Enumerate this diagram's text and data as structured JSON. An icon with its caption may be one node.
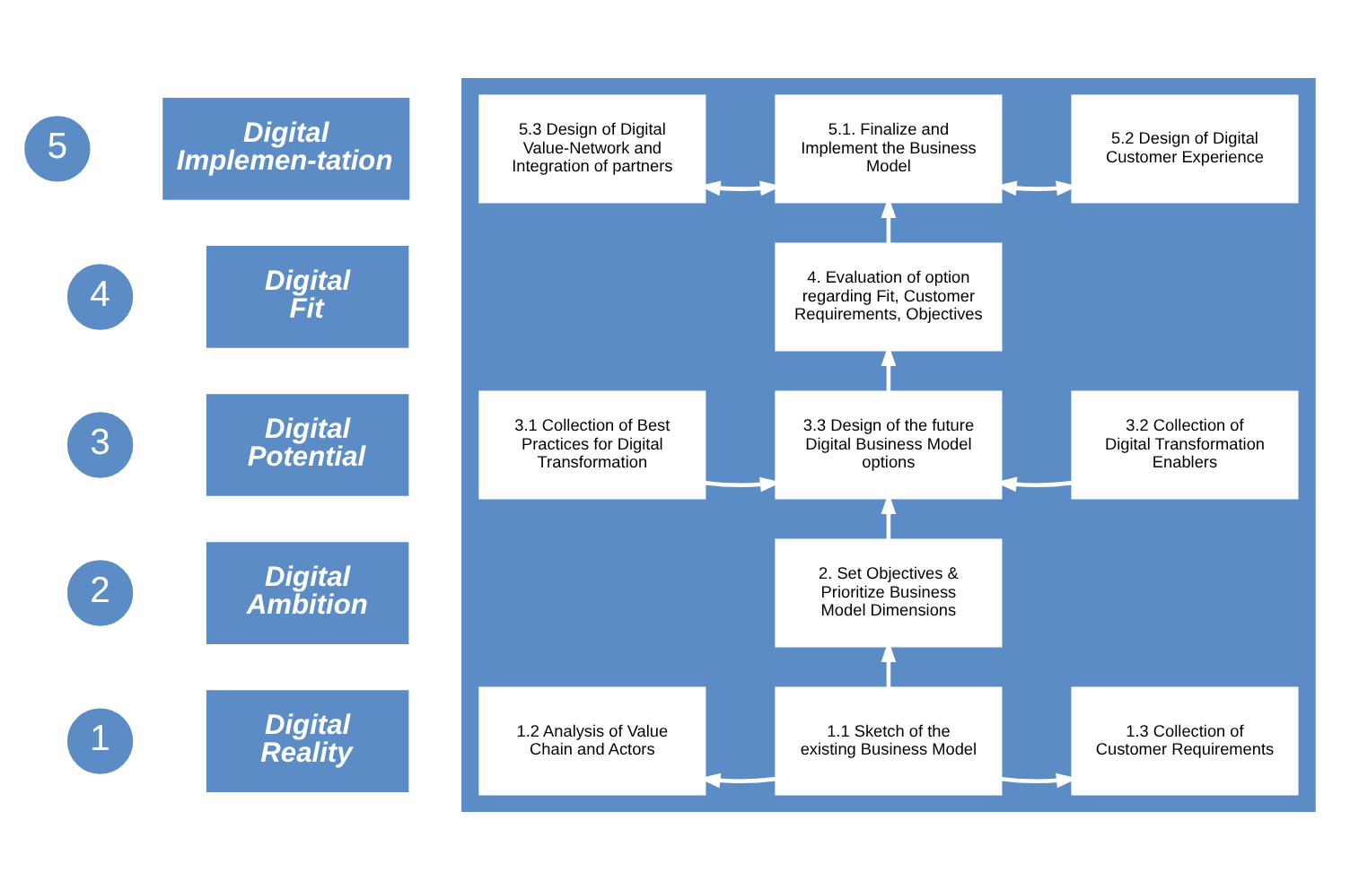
{
  "diagram": {
    "nodes": [
      {
        "text": [
          "5"
        ]
      },
      {
        "text": [
          "Digital Implemen-tation"
        ]
      },
      {
        "text": [],
        "shape": "box"
      },
      {
        "text": [
          "5.3 Design of Digital Value-Network and Integration of partners"
        ],
        "in": 2
      },
      {
        "text": [
          "5.1. Finalize and Implement the Business Model"
        ],
        "in": 2
      },
      {
        "text": [
          "5.2 Design of Digital Customer Experience"
        ],
        "in": 2
      },
      {
        "text": [
          "4"
        ]
      },
      {
        "text": [
          "Digital Fit"
        ]
      },
      {
        "text": [
          "4. Evaluation of option regarding Fit, Customer Requirements, Objectives"
        ],
        "in": 2
      },
      {
        "text": [
          "3"
        ]
      },
      {
        "text": [
          "Digital Potential"
        ]
      },
      {
        "text": [
          "3.1 Collection of Best Practices for Digital Transformation"
        ],
        "in": 2
      },
      {
        "text": [
          "3.3 Design of the future Digital Business Model options"
        ],
        "in": 2
      },
      {
        "text": [
          "3.2 Collection of Digital Transformation Enablers"
        ],
        "in": 2
      },
      {
        "text": [
          "2"
        ]
      },
      {
        "text": [
          "Digital Ambition"
        ]
      },
      {
        "text": [
          "2. Set Objectives & Prioritize Business Model Dimensions"
        ],
        "in": 2
      },
      {
        "text": [
          "1"
        ]
      },
      {
        "text": [
          "Digital Reality"
        ]
      },
      {
        "text": [
          "1.2 Analysis of Value Chain and Actors"
        ],
        "in": 2
      },
      {
        "text": [
          "1.1 Sketch of the existing Business Model"
        ],
        "in": 2
      },
      {
        "text": [
          "1.3 Collection of Customer Requirements"
        ],
        "in": 2
      }
    ],
    "edges": [
      {
        "from": 20,
        "to": 16,
        "arrow": "to"
      },
      {
        "from": 16,
        "to": 12,
        "arrow": "to"
      },
      {
        "from": 11,
        "to": 12,
        "arrow": "to"
      },
      {
        "from": 13,
        "to": 12,
        "arrow": "to"
      },
      {
        "from": 12,
        "to": 8,
        "arrow": "to"
      },
      {
        "from": 8,
        "to": 4,
        "arrow": "to"
      },
      {
        "from": 4,
        "to": 3,
        "arrow": "both"
      },
      {
        "from": 4,
        "to": 5,
        "arrow": "both"
      },
      {
        "from": 20,
        "to": 19,
        "arrow": "to"
      },
      {
        "from": 20,
        "to": 21,
        "arrow": "to"
      }
    ]
  }
}
